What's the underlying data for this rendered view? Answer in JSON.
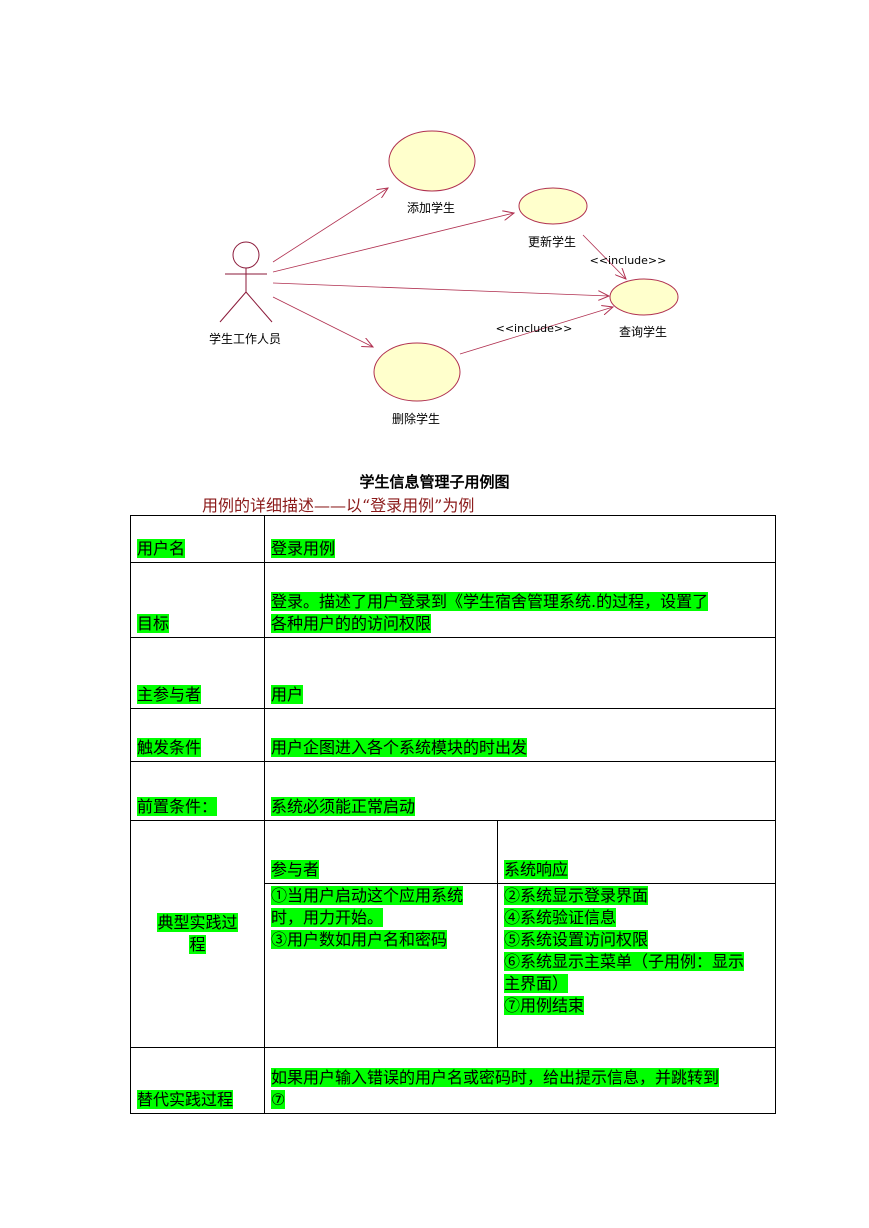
{
  "diagram": {
    "actor": "学生工作人员",
    "use_cases": {
      "add": "添加学生",
      "update": "更新学生",
      "query": "查询学生",
      "delete": "删除学生"
    },
    "include_label": "<<include>>",
    "colors": {
      "arrow": "#b03050",
      "ellipse_fill": "#ffffcc",
      "ellipse_stroke": "#b03050"
    }
  },
  "caption": "学生信息管理子用例图",
  "subtitle": "用例的详细描述——以“登录用例”为例",
  "table": {
    "rows": [
      {
        "label": "用户名",
        "value": "登录用例"
      },
      {
        "label": "目标",
        "value_lines": [
          "登录。描述了用户登录到《学生宿舍管理系统.的过程，设置了",
          "各种用户的的访问权限"
        ]
      },
      {
        "label": "主参与者",
        "value": "用户"
      },
      {
        "label": "触发条件",
        "value": "用户企图进入各个系统模块的时出发"
      },
      {
        "label": "前置条件：",
        "value": "系统必须能正常启动"
      }
    ],
    "typical": {
      "label_lines": [
        "典型实践过",
        "程"
      ],
      "actor_header": "参与者",
      "system_header": "系统响应",
      "actor_lines": [
        "①当用户启动这个应用系统",
        "时，用力开始。",
        "③用户数如用户名和密码"
      ],
      "system_lines": [
        "②系统显示登录界面",
        "④系统验证信息",
        "⑤系统设置访问权限",
        "⑥系统显示主菜单（子用例：显示",
        "主界面）",
        "⑦用例结束"
      ]
    },
    "alternative": {
      "label": "替代实践过程",
      "value_lines": [
        "如果用户输入错误的用户名或密码时，给出提示信息，并跳转到",
        "⑦"
      ]
    }
  },
  "highlight_color": "#00ff00"
}
